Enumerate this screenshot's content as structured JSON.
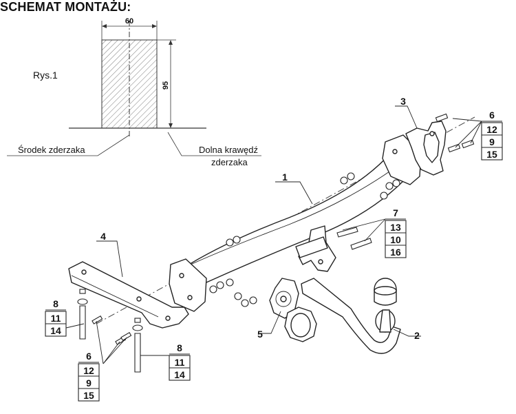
{
  "title": "SCHEMAT MONTAŻU:",
  "figure": {
    "label": "Rys.1",
    "width_dim": "60",
    "height_dim": "95",
    "center_label": "Środek zderzaka",
    "bottom_label_line1": "Dolna krawędź",
    "bottom_label_line2": "zderzaka"
  },
  "callouts": {
    "c1": "1",
    "c2": "2",
    "c3": "3",
    "c4": "4",
    "c5": "5",
    "c6_top": "6",
    "c6_top_list": [
      "12",
      "9",
      "15"
    ],
    "c7": "7",
    "c7_list": [
      "13",
      "10",
      "16"
    ],
    "c8_left": "8",
    "c8_left_list": [
      "11",
      "14"
    ],
    "c8_bottom": "8",
    "c8_bottom_list": [
      "11",
      "14"
    ],
    "c6_bottom": "6",
    "c6_bottom_list": [
      "12",
      "9",
      "15"
    ]
  }
}
